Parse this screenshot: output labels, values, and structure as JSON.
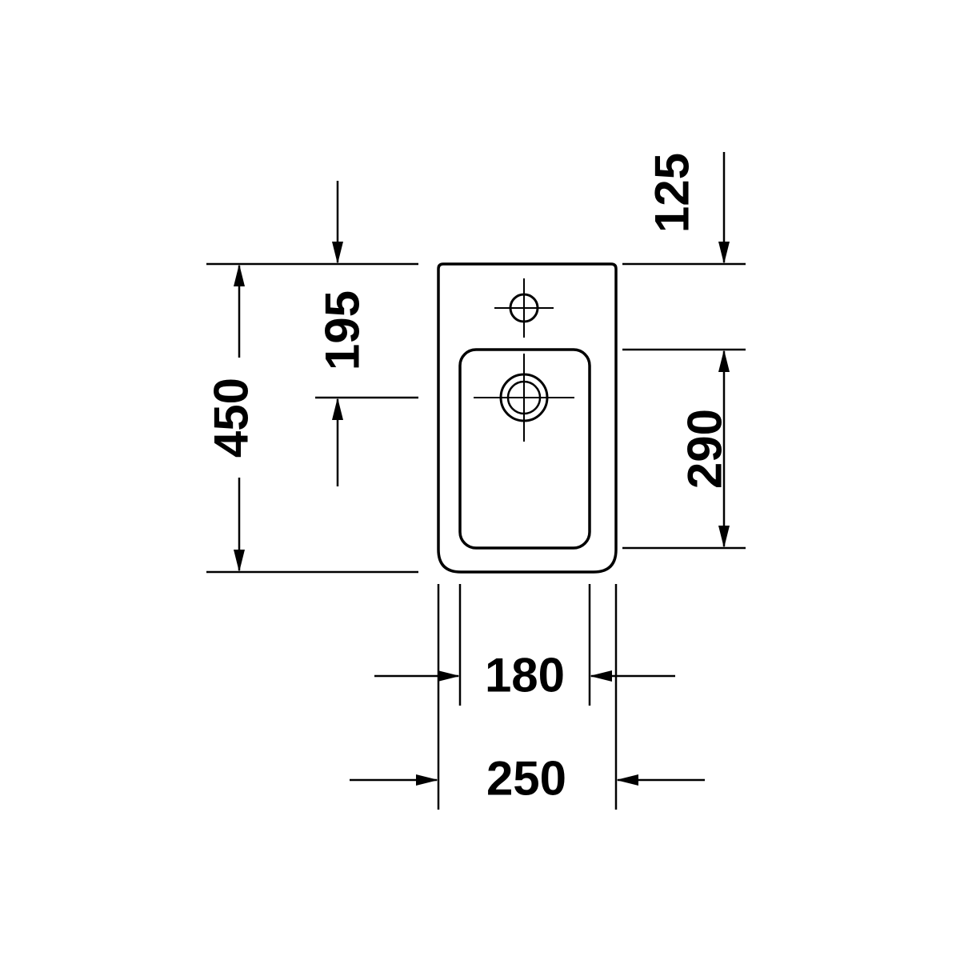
{
  "page": {
    "background_color": "#ffffff",
    "line_color": "#000000"
  },
  "drawing": {
    "kind": "washbasin-plan-view-technical-drawing",
    "labels": {
      "overall_depth": "450",
      "tap_hole_offset": "195",
      "rim_to_bowl": "125",
      "bowl_depth": "290",
      "bowl_width": "180",
      "overall_width": "250"
    }
  }
}
